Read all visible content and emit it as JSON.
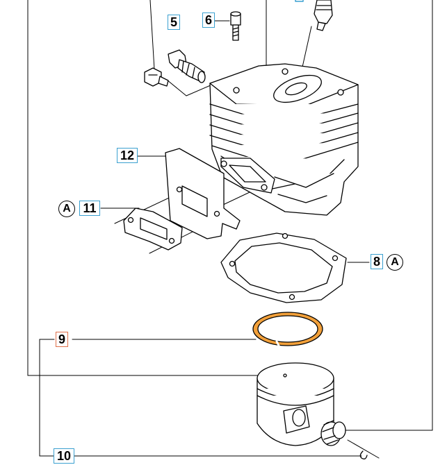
{
  "callouts": {
    "c5": "5",
    "c6": "6",
    "c8": "8",
    "c9": "9",
    "c10": "10",
    "c11": "11",
    "c12": "12"
  },
  "circle_refs": {
    "a_left": "A",
    "a_right": "A"
  },
  "colors": {
    "callout_border": "#3aa0d0",
    "callout_border_highlight": "#e0704a",
    "piston_ring_fill": "#f2a03a",
    "line": "#000000"
  }
}
